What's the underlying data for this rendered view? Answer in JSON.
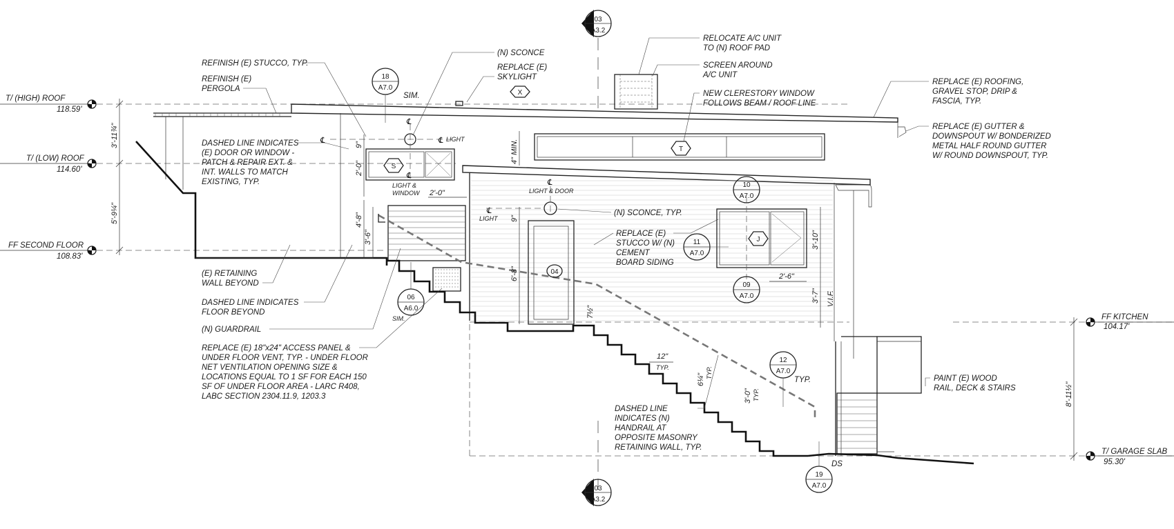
{
  "levels": [
    {
      "id": "high-roof",
      "name": "T/ (HIGH) ROOF",
      "elev": "118.59'"
    },
    {
      "id": "low-roof",
      "name": "T/ (LOW) ROOF",
      "elev": "114.60'"
    },
    {
      "id": "ff-second",
      "name": "FF SECOND FLOOR",
      "elev": "108.83'"
    },
    {
      "id": "ff-kitchen",
      "name": "FF KITCHEN",
      "elev": "104.17'"
    },
    {
      "id": "garage-slab",
      "name": "T/ GARAGE SLAB",
      "elev": "95.30'"
    }
  ],
  "section_markers": {
    "top": {
      "num": "03",
      "sheet": "A3.2"
    },
    "bottom": {
      "num": "03",
      "sheet": "A3.2"
    }
  },
  "detail_tags": [
    {
      "id": "d18",
      "num": "18",
      "sheet": "A7.0",
      "note": "SIM."
    },
    {
      "id": "d10",
      "num": "10",
      "sheet": "A7.0",
      "note": ""
    },
    {
      "id": "d11",
      "num": "11",
      "sheet": "A7.0",
      "note": ""
    },
    {
      "id": "d09",
      "num": "09",
      "sheet": "A7.0",
      "note": ""
    },
    {
      "id": "d06",
      "num": "06",
      "sheet": "A6.0",
      "note": "SIM."
    },
    {
      "id": "d12",
      "num": "12",
      "sheet": "A7.0",
      "note": "TYP."
    },
    {
      "id": "d19",
      "num": "19",
      "sheet": "A7.0",
      "note": ""
    }
  ],
  "window_tags": {
    "x": "X",
    "t": "T",
    "s": "S",
    "j": "J"
  },
  "door_tag": "04",
  "notes": {
    "refinish_stucco": [
      "REFINISH (E) STUCCO, TYP."
    ],
    "refinish_pergola": [
      "REFINISH (E)",
      "PERGOLA"
    ],
    "dashed_door_window": [
      "DASHED LINE INDICATES",
      "(E) DOOR OR WINDOW -",
      "PATCH & REPAIR EXT. &",
      "INT. WALLS TO MATCH",
      "EXISTING, TYP."
    ],
    "retaining_wall": [
      "(E) RETAINING",
      "WALL BEYOND"
    ],
    "dashed_floor": [
      "DASHED LINE INDICATES",
      "FLOOR  BEYOND"
    ],
    "guardrail": [
      "(N) GUARDRAIL"
    ],
    "access_panel": [
      "REPLACE (E) 18\"x24\" ACCESS PANEL &",
      "UNDER FLOOR VENT, TYP. - UNDER FLOOR",
      "NET VENTILATION OPENING SIZE &",
      "LOCATIONS EQUAL TO 1 SF FOR EACH 150",
      "SF OF UNDER FLOOR AREA - LARC R408,",
      "LABC SECTION 2304.11.9, 1203.3"
    ],
    "sconce": [
      "(N) SCONCE"
    ],
    "skylight": [
      "REPLACE (E)",
      "SKYLIGHT"
    ],
    "relocate_ac": [
      "RELOCATE A/C UNIT",
      "TO (N) ROOF PAD"
    ],
    "screen_ac": [
      "SCREEN AROUND",
      "A/C UNIT"
    ],
    "clerestory": [
      "NEW CLERESTORY WINDOW",
      "FOLLOWS BEAM / ROOF LINE"
    ],
    "roofing": [
      "REPLACE (E) ROOFING,",
      "GRAVEL STOP, DRIP &",
      "FASCIA, TYP."
    ],
    "gutter": [
      "REPLACE (E) GUTTER &",
      "DOWNSPOUT W/ BONDERIZED",
      "METAL HALF ROUND GUTTER",
      "W/ ROUND DOWNSPOUT, TYP."
    ],
    "sconce_typ": [
      "(N) SCONCE, TYP."
    ],
    "cement_siding": [
      "REPLACE (E)",
      "STUCCO W/ (N)",
      "CEMENT",
      "BOARD SIDING"
    ],
    "paint_wood": [
      "PAINT (E) WOOD",
      "RAIL, DECK & STAIRS"
    ],
    "handrail": [
      "DASHED LINE",
      "INDICATES (N)",
      "HANDRAIL AT",
      "OPPOSITE MASONRY",
      "RETAINING WALL, TYP."
    ]
  },
  "light_labels": {
    "cl": "℄",
    "light": "LIGHT",
    "light_window": [
      "LIGHT &",
      "WINDOW"
    ],
    "light_door": "LIGHT & DOOR"
  },
  "dims": {
    "d_3_11": "3'-11¾\"",
    "d_5_9": "5'-9¼\"",
    "d_9a": "9\"",
    "d_2_0v": "2'-0\"",
    "d_2_0h": "2'-0\"",
    "d_4_8": "4'-8\"",
    "d_3_6": "3'-6\"",
    "d_4min": "4\" MIN.",
    "d_9b": "9\"",
    "d_6_8": "6'-8\"",
    "d_7_5": "7½\"",
    "d_3_10": "3'-10\"",
    "d_2_6": "2'-6\"",
    "d_3_7": "3'-7\"",
    "vif": "V.I.F.",
    "d_12": "12\"",
    "typ": "TYP.",
    "d_6_25": "6¼\"",
    "d_3_0": "3'-0\"",
    "d_8_11": "8'-11½\"",
    "ds": "DS"
  }
}
